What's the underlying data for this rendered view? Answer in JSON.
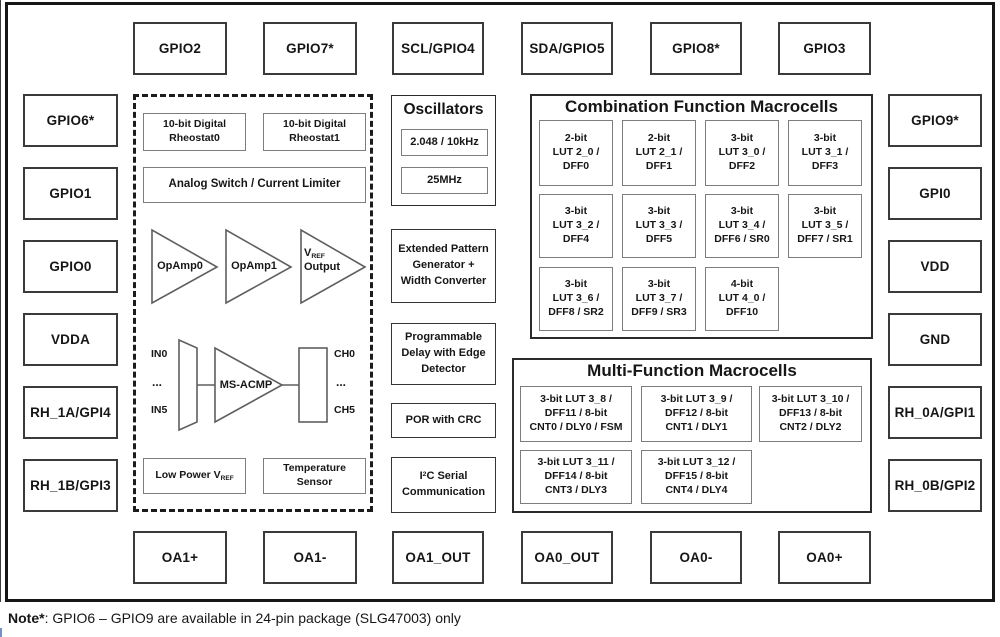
{
  "pins": {
    "top": [
      "GPIO2",
      "GPIO7*",
      "SCL/GPIO4",
      "SDA/GPIO5",
      "GPIO8*",
      "GPIO3"
    ],
    "left": [
      "GPIO6*",
      "GPIO1",
      "GPIO0",
      "VDDA",
      "RH_1A/GPI4",
      "RH_1B/GPI3"
    ],
    "right": [
      "GPIO9*",
      "GPI0",
      "VDD",
      "GND",
      "RH_0A/GPI1",
      "RH_0B/GPI2"
    ],
    "bottom": [
      "OA1+",
      "OA1-",
      "OA1_OUT",
      "OA0_OUT",
      "OA0-",
      "OA0+"
    ]
  },
  "analog": {
    "rheostat0": {
      "l1": "10-bit Digital",
      "l2": "Rheostat0"
    },
    "rheostat1": {
      "l1": "10-bit Digital",
      "l2": "Rheostat1"
    },
    "analog_switch": "Analog Switch / Current Limiter",
    "opamp0": "OpAmp0",
    "opamp1": "OpAmp1",
    "vref_output": {
      "base": "V",
      "sub": "REF",
      "line2": "Output"
    },
    "acmp": {
      "in0": "IN0",
      "dots_in": "...",
      "in5": "IN5",
      "label": "MS-ACMP",
      "ch0": "CH0",
      "dots_ch": "...",
      "ch5": "CH5"
    },
    "low_power_vref": {
      "base": "Low Power V",
      "sub": "REF"
    },
    "temp_sensor": {
      "l1": "Temperature",
      "l2": "Sensor"
    }
  },
  "middle": {
    "oscillators": {
      "title": "Oscillators",
      "freq1": "2.048 / 10kHz",
      "freq2": "25MHz"
    },
    "extended_pattern": {
      "l1": "Extended Pattern",
      "l2": "Generator +",
      "l3": "Width Converter"
    },
    "prog_delay": {
      "l1": "Programmable",
      "l2": "Delay with Edge",
      "l3": "Detector"
    },
    "por": "POR with CRC",
    "i2c": {
      "pre": "I",
      "sup": "2",
      "post": "C Serial",
      "line2": "Communication"
    }
  },
  "combination": {
    "title": "Combination Function Macrocells",
    "cells": [
      {
        "l1": "2-bit",
        "l2": "LUT 2_0 /",
        "l3": "DFF0"
      },
      {
        "l1": "2-bit",
        "l2": "LUT 2_1 /",
        "l3": "DFF1"
      },
      {
        "l1": "3-bit",
        "l2": "LUT 3_0 /",
        "l3": "DFF2"
      },
      {
        "l1": "3-bit",
        "l2": "LUT 3_1 /",
        "l3": "DFF3"
      },
      {
        "l1": "3-bit",
        "l2": "LUT 3_2 /",
        "l3": "DFF4"
      },
      {
        "l1": "3-bit",
        "l2": "LUT 3_3 /",
        "l3": "DFF5"
      },
      {
        "l1": "3-bit",
        "l2": "LUT 3_4 /",
        "l3": "DFF6 / SR0"
      },
      {
        "l1": "3-bit",
        "l2": "LUT 3_5 /",
        "l3": "DFF7 / SR1"
      },
      {
        "l1": "3-bit",
        "l2": "LUT 3_6 /",
        "l3": "DFF8 / SR2"
      },
      {
        "l1": "3-bit",
        "l2": "LUT 3_7 /",
        "l3": "DFF9 / SR3"
      },
      {
        "l1": "4-bit",
        "l2": "LUT 4_0 /",
        "l3": "DFF10"
      }
    ]
  },
  "multi": {
    "title": "Multi-Function Macrocells",
    "cells": [
      {
        "l1": "3-bit LUT 3_8 /",
        "l2": "DFF11 / 8-bit",
        "l3": "CNT0 / DLY0 / FSM"
      },
      {
        "l1": "3-bit LUT 3_9 /",
        "l2": "DFF12 / 8-bit",
        "l3": "CNT1 / DLY1"
      },
      {
        "l1": "3-bit LUT 3_10 /",
        "l2": "DFF13 / 8-bit",
        "l3": "CNT2 / DLY2"
      },
      {
        "l1": "3-bit LUT 3_11 /",
        "l2": "DFF14 / 8-bit",
        "l3": "CNT3 / DLY3"
      },
      {
        "l1": "3-bit LUT 3_12 /",
        "l2": "DFF15 / 8-bit",
        "l3": "CNT4 / DLY4"
      }
    ]
  },
  "note": {
    "bold": "Note*",
    "rest": ": GPIO6 – GPIO9 are available in 24-pin package (SLG47003) only"
  },
  "colors": {
    "outer_border": "#161616",
    "pin_border": "#3a3a3a",
    "inner_border": "#7d7d7d",
    "text": "#161616",
    "edge_artifact_blue": "#7291c1"
  }
}
